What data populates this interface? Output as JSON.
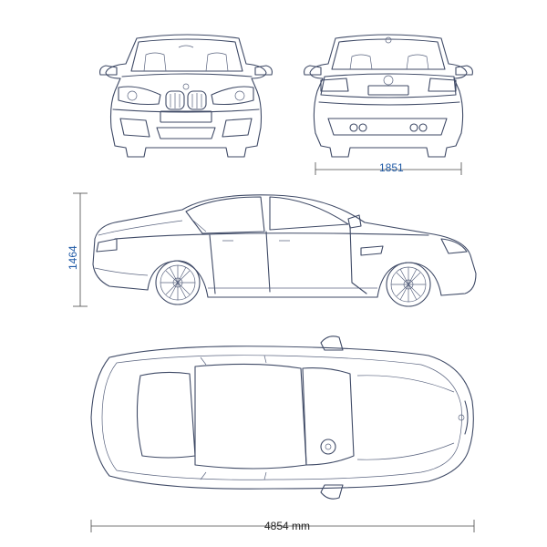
{
  "dimensions": {
    "width_label": "1851",
    "height_label": "1464",
    "length_label": "4854 mm"
  },
  "colors": {
    "outline": "#3f4a66",
    "dimension_text_blue": "#1f5aa6",
    "dimension_text_dark": "#222222"
  }
}
